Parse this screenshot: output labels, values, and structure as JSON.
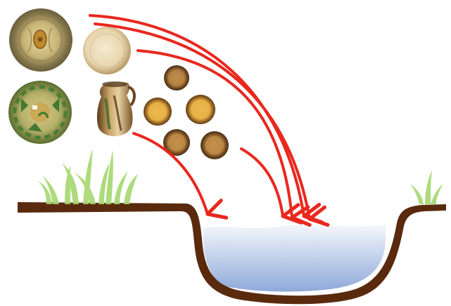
{
  "diagram": {
    "artifacts": [
      {
        "id": "decorated-plate-top"
      },
      {
        "id": "plain-plate"
      },
      {
        "id": "decorated-plate-green"
      },
      {
        "id": "glazed-jug"
      },
      {
        "id": "small-bowl-1"
      },
      {
        "id": "small-bowl-2"
      },
      {
        "id": "small-bowl-3"
      },
      {
        "id": "small-bowl-4"
      },
      {
        "id": "small-bowl-5"
      }
    ],
    "flow_arrow_count": 5,
    "scene": {
      "ground": "earth-surface",
      "pit": "water-filled-pit",
      "vegetation": [
        "grass-left",
        "grass-right"
      ]
    },
    "colors": {
      "arrow": "#e8281e",
      "earth": "#5a2a0e",
      "water_top": "#eef3fb",
      "water_bottom": "#8fa9d9",
      "grass": "#9fd36a"
    }
  }
}
